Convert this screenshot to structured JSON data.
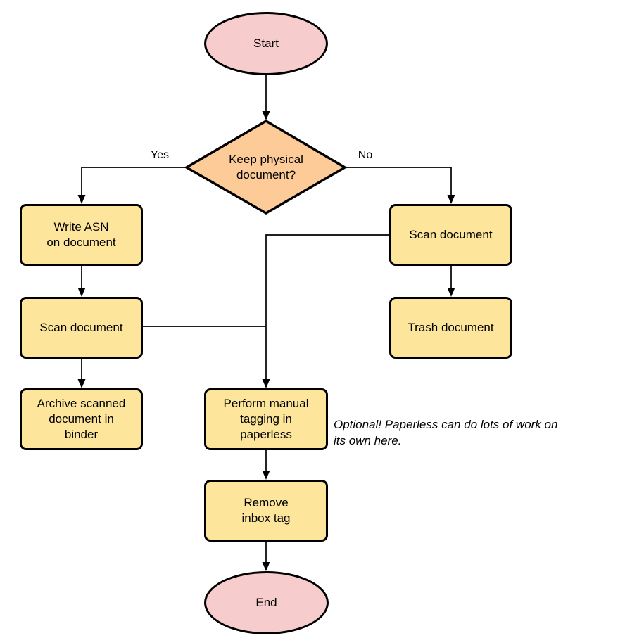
{
  "diagram": {
    "nodes": {
      "start": {
        "shape": "ellipse",
        "label": "Start"
      },
      "keep_physical": {
        "shape": "diamond",
        "label": "Keep physical\ndocument?"
      },
      "write_asn": {
        "shape": "rect",
        "label": "Write ASN\non document"
      },
      "scan_left": {
        "shape": "rect",
        "label": "Scan document"
      },
      "archive": {
        "shape": "rect",
        "label": "Archive scanned\ndocument in\nbinder"
      },
      "scan_right": {
        "shape": "rect",
        "label": "Scan document"
      },
      "trash": {
        "shape": "rect",
        "label": "Trash document"
      },
      "tagging": {
        "shape": "rect",
        "label": "Perform manual\ntagging in\npaperless"
      },
      "remove_inbox": {
        "shape": "rect",
        "label": "Remove\ninbox tag"
      },
      "end": {
        "shape": "ellipse",
        "label": "End"
      }
    },
    "edge_labels": {
      "yes": "Yes",
      "no": "No"
    },
    "note": "Optional! Paperless can do lots of work on\nits own here.",
    "colors": {
      "terminal-fill": "#f6cccc",
      "decision-fill": "#fccb98",
      "process-fill": "#fde69c",
      "stroke": "#000000"
    }
  }
}
